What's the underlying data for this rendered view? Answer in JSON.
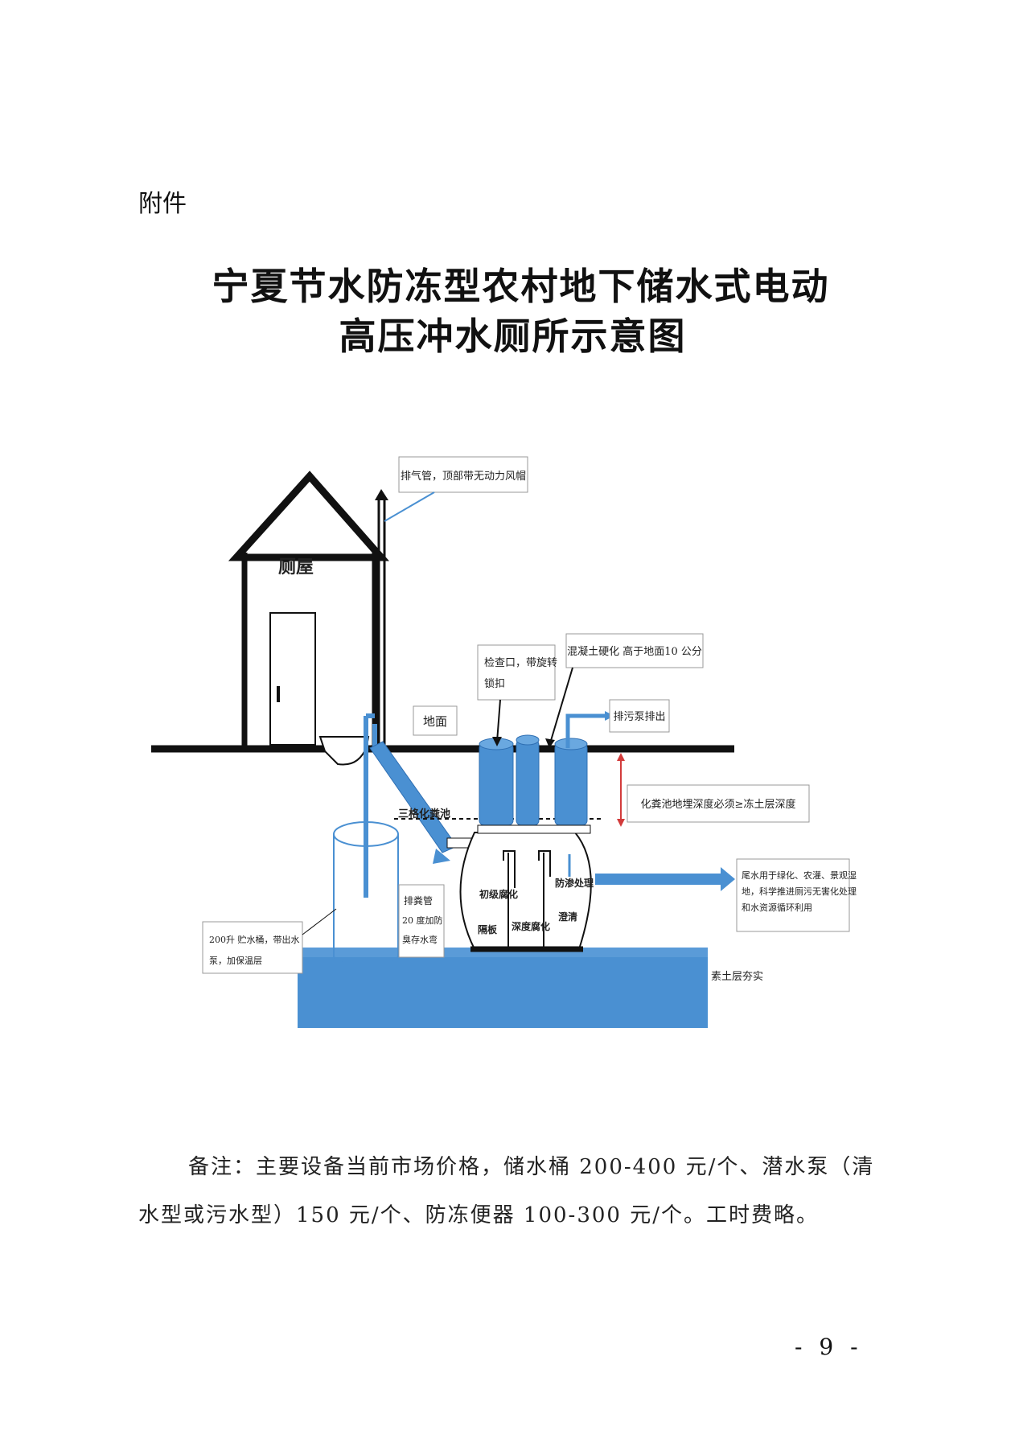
{
  "header": {
    "attachment_label": "附件"
  },
  "title": {
    "line1": "宁夏节水防冻型农村地下储水式电动",
    "line2": "高压冲水厕所示意图"
  },
  "diagram": {
    "toilet_house": "厕屋",
    "vent_pipe": "排气管，顶部带无动力风帽",
    "concrete": "混凝土硬化 高于地面10 公分",
    "inspection_1": "检查口，带旋转",
    "inspection_2": "锁扣",
    "ground": "地面",
    "sewage_pump": "排污泵排出",
    "depth_note": "化粪池地埋深度必须≥冻土层深度",
    "septic_tank": "三格化粪池",
    "primary": "初级腐化",
    "antiseep": "防渗处理",
    "clarify": "澄清",
    "partition": "隔板",
    "deep": "深度腐化",
    "drain_1": "排粪管",
    "drain_2": "20 度加防",
    "drain_3": "臭存水弯",
    "bucket_1": "200升 贮水桶，带出水",
    "bucket_2": "泵，加保温层",
    "tail_1": "尾水用于绿化、农灌、景观湿",
    "tail_2": "地，科学推进厕污无害化处理",
    "tail_3": "和水资源循环利用",
    "soil": "素土层夯实",
    "colors": {
      "blue": "#4a90d2",
      "blue_dark": "#2f6fb3",
      "line": "#111111",
      "red": "#d23b3b"
    }
  },
  "note": {
    "line1": "备注：主要设备当前市场价格，储水桶 200-400 元/个、潜水泵（清",
    "line2": "水型或污水型）150 元/个、防冻便器 100-300 元/个。工时费略。"
  },
  "footer": {
    "page_number": "- 9 -"
  }
}
